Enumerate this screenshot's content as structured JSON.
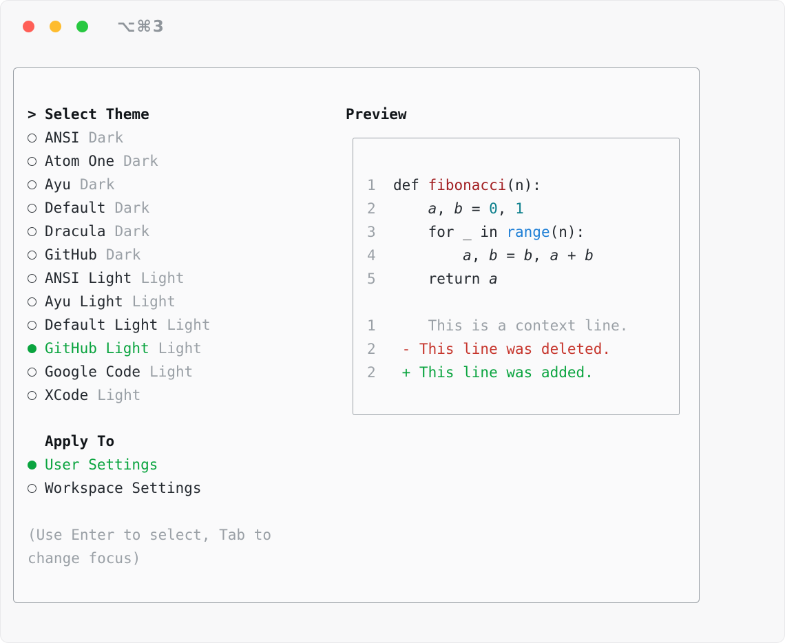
{
  "window": {
    "shortcut": "⌥⌘3"
  },
  "colors": {
    "accent_green": "#0aa43f",
    "deleted_red": "#c6352c",
    "function_red": "#a11d20",
    "number_teal": "#0b7f8c",
    "builtin_blue": "#1e7fd6",
    "muted_gray": "#9aa0a6",
    "text_dark": "#24292f",
    "border_gray": "#9aa0a6",
    "traffic_red": "#ff5f57",
    "traffic_yellow": "#febc2e",
    "traffic_green": "#28c841"
  },
  "theme_selector": {
    "prompt": ">",
    "title": "Select Theme",
    "items": [
      {
        "name": "ANSI",
        "variant": "Dark",
        "selected": false
      },
      {
        "name": "Atom One",
        "variant": "Dark",
        "selected": false
      },
      {
        "name": "Ayu",
        "variant": "Dark",
        "selected": false
      },
      {
        "name": "Default",
        "variant": "Dark",
        "selected": false
      },
      {
        "name": "Dracula",
        "variant": "Dark",
        "selected": false
      },
      {
        "name": "GitHub",
        "variant": "Dark",
        "selected": false
      },
      {
        "name": "ANSI Light",
        "variant": "Light",
        "selected": false
      },
      {
        "name": "Ayu Light",
        "variant": "Light",
        "selected": false
      },
      {
        "name": "Default Light",
        "variant": "Light",
        "selected": false
      },
      {
        "name": "GitHub Light",
        "variant": "Light",
        "selected": true
      },
      {
        "name": "Google Code",
        "variant": "Light",
        "selected": false
      },
      {
        "name": "XCode",
        "variant": "Light",
        "selected": false
      }
    ],
    "apply_to": {
      "title": "Apply To",
      "options": [
        {
          "label": "User Settings",
          "selected": true
        },
        {
          "label": "Workspace Settings",
          "selected": false
        }
      ]
    },
    "hint": "(Use Enter to select, Tab to change focus)"
  },
  "preview": {
    "title": "Preview",
    "code_lines": [
      {
        "num": "1",
        "tokens": [
          {
            "text": "def ",
            "style": "plain"
          },
          {
            "text": "fibonacci",
            "style": "func"
          },
          {
            "text": "(n):",
            "style": "plain"
          }
        ]
      },
      {
        "num": "2",
        "tokens": [
          {
            "text": "    ",
            "style": "plain"
          },
          {
            "text": "a",
            "style": "var"
          },
          {
            "text": ", ",
            "style": "plain"
          },
          {
            "text": "b",
            "style": "var"
          },
          {
            "text": " = ",
            "style": "plain"
          },
          {
            "text": "0",
            "style": "num"
          },
          {
            "text": ", ",
            "style": "plain"
          },
          {
            "text": "1",
            "style": "num"
          }
        ]
      },
      {
        "num": "3",
        "tokens": [
          {
            "text": "    for _ in ",
            "style": "plain"
          },
          {
            "text": "range",
            "style": "builtin"
          },
          {
            "text": "(n):",
            "style": "plain"
          }
        ]
      },
      {
        "num": "4",
        "tokens": [
          {
            "text": "        ",
            "style": "plain"
          },
          {
            "text": "a",
            "style": "var"
          },
          {
            "text": ", ",
            "style": "plain"
          },
          {
            "text": "b",
            "style": "var"
          },
          {
            "text": " = ",
            "style": "plain"
          },
          {
            "text": "b",
            "style": "var"
          },
          {
            "text": ", ",
            "style": "plain"
          },
          {
            "text": "a",
            "style": "var"
          },
          {
            "text": " + ",
            "style": "plain"
          },
          {
            "text": "b",
            "style": "var"
          }
        ]
      },
      {
        "num": "5",
        "tokens": [
          {
            "text": "    return ",
            "style": "plain"
          },
          {
            "text": "a",
            "style": "var"
          }
        ]
      }
    ],
    "diff_lines": [
      {
        "num": "1",
        "prefix": "    ",
        "text": "This is a context line.",
        "type": "context"
      },
      {
        "num": "2",
        "prefix": " - ",
        "text": "This line was deleted.",
        "type": "deleted"
      },
      {
        "num": "2",
        "prefix": " + ",
        "text": "This line was added.",
        "type": "added"
      }
    ]
  }
}
